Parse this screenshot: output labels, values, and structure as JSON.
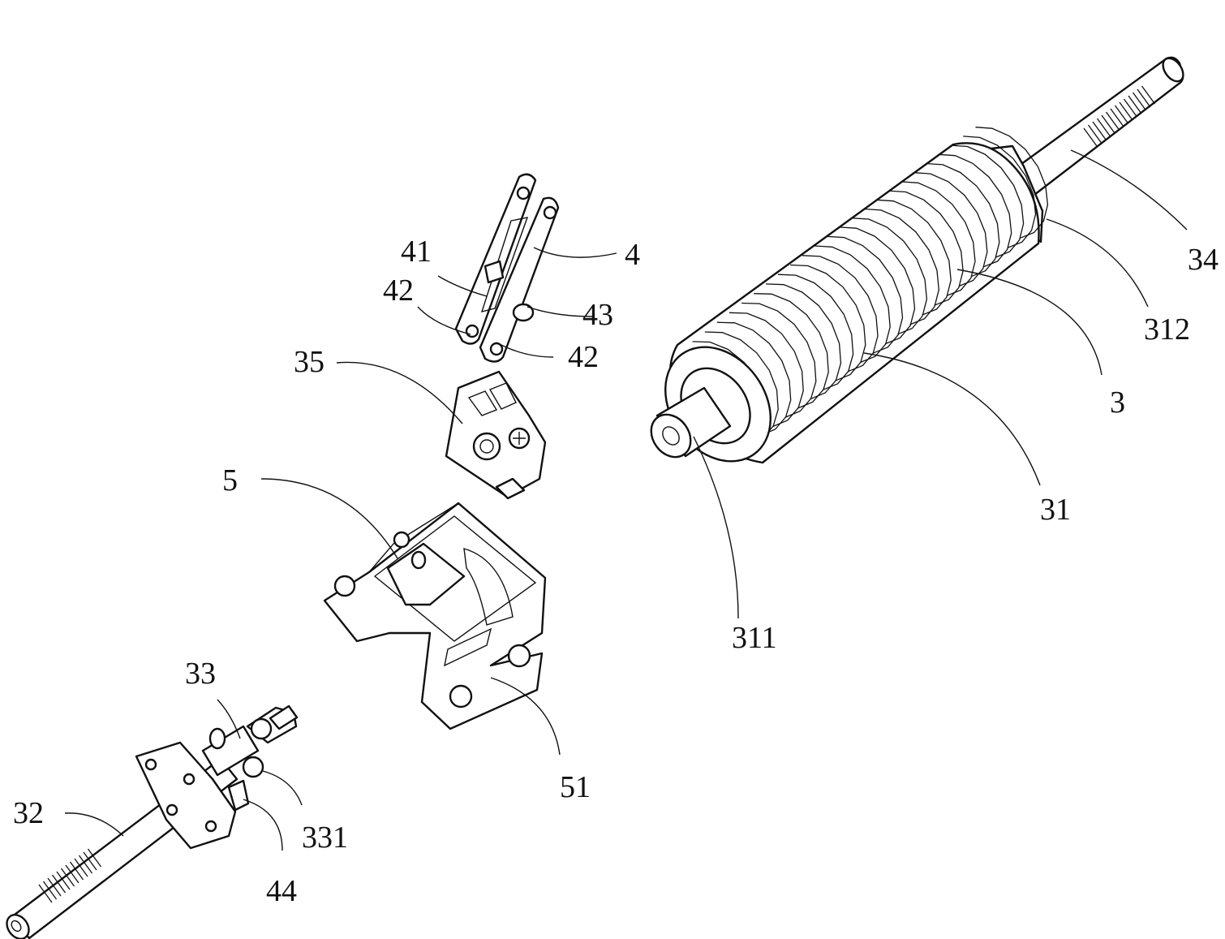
{
  "callouts": {
    "c4": "4",
    "c41": "41",
    "c42a": "42",
    "c42b": "42",
    "c43": "43",
    "c35": "35",
    "c5": "5",
    "c51": "51",
    "c33": "33",
    "c331": "331",
    "c32": "32",
    "c44": "44",
    "c34": "34",
    "c312": "312",
    "c3": "3",
    "c31": "31",
    "c311": "311"
  }
}
